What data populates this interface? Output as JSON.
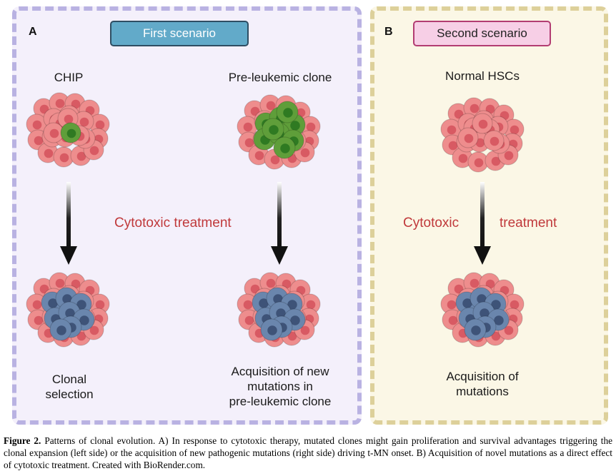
{
  "panel_a": {
    "letter": "A",
    "scenario_title": "First scenario",
    "left_label": "CHIP",
    "right_label": "Pre-leukemic clone",
    "treatment": "Cytotoxic treatment",
    "left_result_line1": "Clonal",
    "left_result_line2": "selection",
    "right_result_line1": "Acquisition of new",
    "right_result_line2": "mutations in",
    "right_result_line3": "pre-leukemic clone"
  },
  "panel_b": {
    "letter": "B",
    "scenario_title": "Second scenario",
    "top_label": "Normal HSCs",
    "treatment_word1": "Cytotoxic",
    "treatment_word2": "treatment",
    "result_line1": "Acquisition of",
    "result_line2": "mutations"
  },
  "caption": {
    "label": "Figure 2.",
    "text": " Patterns of clonal evolution. A) In response to cytotoxic therapy, mutated clones might gain proliferation and survival advantages triggering the clonal expansion (left side) or the acquisition of new pathogenic mutations (right side) driving t-MN onset. B) Acquisition of novel mutations as a direct effect of cytotoxic treatment. Created with BioRender.com."
  },
  "colors": {
    "normal_cell": "#ee8d8d",
    "normal_nucleus": "#d85a63",
    "preleukemic_cell": "#5f9e3a",
    "preleukemic_nucleus": "#2f7a22",
    "mutated_cell": "#6a86ad",
    "mutated_nucleus": "#3e5378",
    "treatment_text": "#c0393b"
  }
}
